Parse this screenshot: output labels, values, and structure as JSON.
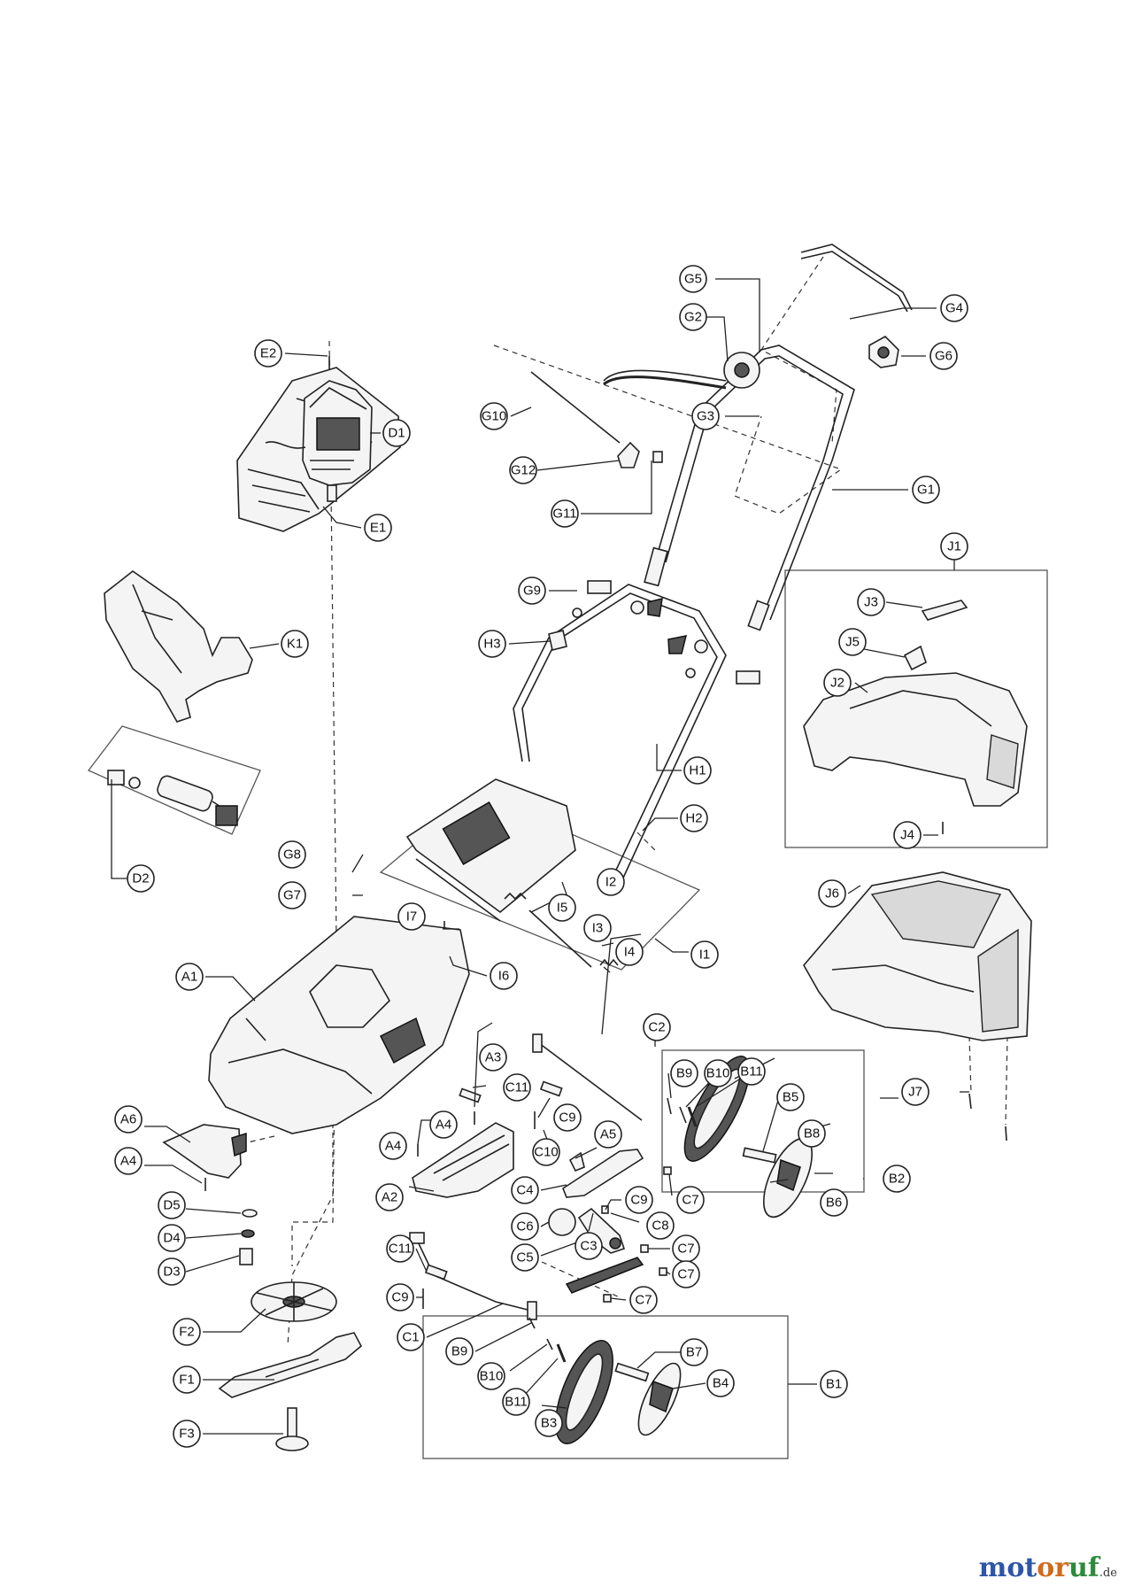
{
  "callouts": {
    "E1": "E1",
    "E2": "E2",
    "K1": "K1",
    "D1": "D1",
    "D2": "D2",
    "G1": "G1",
    "G2": "G2",
    "G3": "G3",
    "G4": "G4",
    "G5": "G5",
    "G6": "G6",
    "G7": "G7",
    "G8": "G8",
    "G9": "G9",
    "G10": "G10",
    "G11": "G11",
    "G12": "G12",
    "H1": "H1",
    "H2": "H2",
    "H3": "H3",
    "J1": "J1",
    "J2": "J2",
    "J3": "J3",
    "J4": "J4",
    "J5": "J5",
    "J6": "J6",
    "J7": "J7",
    "I1": "I1",
    "I2": "I2",
    "I3": "I3",
    "I4": "I4",
    "I5": "I5",
    "I6": "I6",
    "I7": "I7",
    "A1": "A1",
    "A2": "A2",
    "A3": "A3",
    "A4a": "A4",
    "A4b": "A4",
    "A4c": "A4",
    "A5": "A5",
    "A6": "A6",
    "B1": "B1",
    "B2": "B2",
    "B3": "B3",
    "B4": "B4",
    "B5": "B5",
    "B6": "B6",
    "B7": "B7",
    "B8": "B8",
    "B9a": "B9",
    "B9b": "B9",
    "B10a": "B10",
    "B10b": "B10",
    "B11a": "B11",
    "B11b": "B11",
    "C1": "C1",
    "C2": "C2",
    "C3": "C3",
    "C4": "C4",
    "C5": "C5",
    "C6": "C6",
    "C7a": "C7",
    "C7b": "C7",
    "C7c": "C7",
    "C7d": "C7",
    "C8": "C8",
    "C9a": "C9",
    "C9b": "C9",
    "C9c": "C9",
    "C10": "C10",
    "C11a": "C11",
    "C11b": "C11",
    "D3": "D3",
    "D4": "D4",
    "D5": "D5",
    "F1": "F1",
    "F2": "F2",
    "F3": "F3"
  },
  "watermark": {
    "part1": "mot",
    "part2": "or",
    "part3": "uf",
    "suffix": ".de"
  },
  "colors": {
    "watermark_blue": "#2d55a8",
    "watermark_orange": "#d06a1c",
    "watermark_green": "#2d8a3a"
  }
}
